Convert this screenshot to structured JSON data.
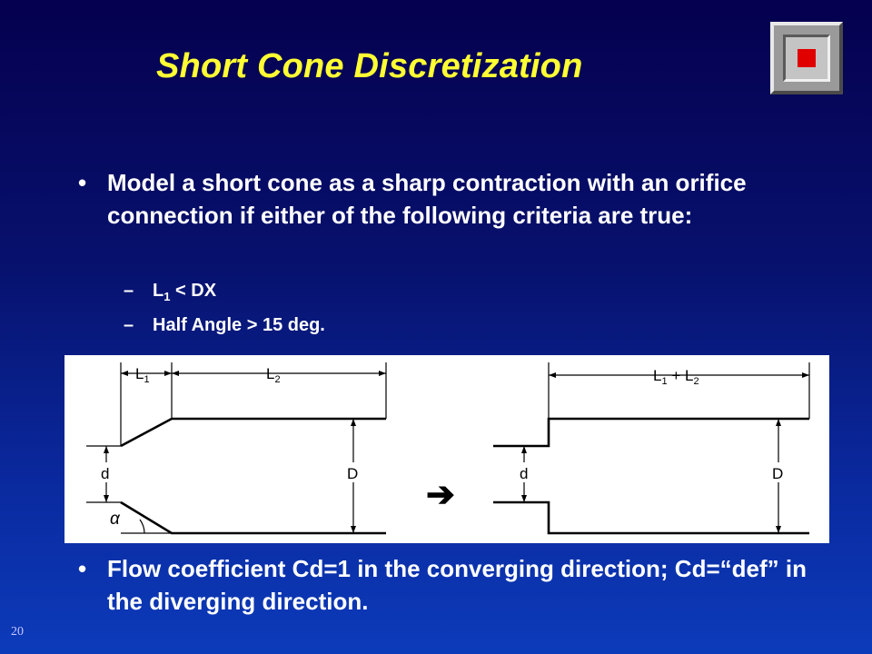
{
  "slide": {
    "title": "Short Cone Discretization",
    "page_number": "20"
  },
  "bullets": [
    {
      "symbol": "•",
      "text": "Model a short cone as a sharp contraction with an orifice connection if either of the following criteria are true:"
    },
    {
      "symbol": "•",
      "text": "Flow coefficient Cd=1 in the converging direction; Cd=“def” in the diverging direction."
    }
  ],
  "criteria": [
    {
      "dash": "–",
      "prefix": "L",
      "subscript": "1",
      "suffix": " < DX"
    },
    {
      "dash": "–",
      "text": "Half Angle > 15 deg."
    }
  ],
  "diagram": {
    "left": {
      "l1_base": "L",
      "l1_sub": "1",
      "l2_base": "L",
      "l2_sub": "2",
      "d": "d",
      "D": "D",
      "alpha": "α"
    },
    "arrow": "➔",
    "right": {
      "l1": "L",
      "l1_sub": "1",
      "plus": " + ",
      "l2": "L",
      "l2_sub": "2",
      "d": "d",
      "D": "D"
    }
  },
  "icons": {
    "logo": "square-button-icon",
    "arrow": "right-arrow-icon"
  },
  "colors": {
    "title": "#ffff33",
    "text": "#ffffff",
    "logo_red": "#e00000"
  }
}
